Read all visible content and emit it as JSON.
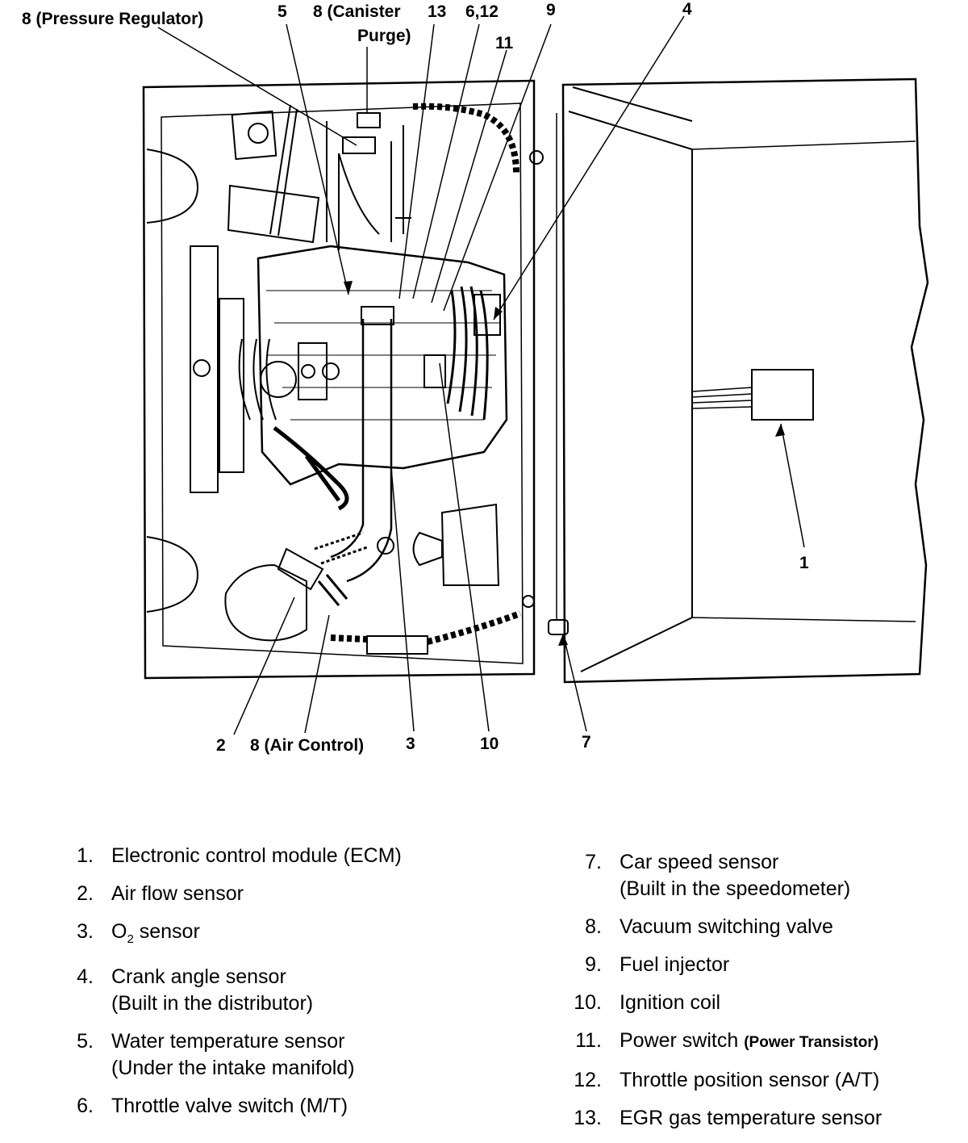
{
  "callouts": {
    "c8_pressure": "8 (Pressure Regulator)",
    "c5": "5",
    "c8_canister_line1": "8 (Canister",
    "c8_canister_line2": "Purge)",
    "c13": "13",
    "c6_12": "6,12",
    "c9": "9",
    "c4": "4",
    "c11": "11",
    "c1": "1",
    "c2": "2",
    "c8_air": "8 (Air Control)",
    "c3": "3",
    "c10": "10",
    "c7": "7"
  },
  "legend": {
    "left": [
      {
        "num": "1.",
        "text": "Electronic control module (ECM)"
      },
      {
        "num": "2.",
        "text": "Air flow sensor"
      },
      {
        "num": "3.",
        "text_prefix": "O",
        "text_sub": "2",
        "text_suffix": " sensor"
      },
      {
        "num": "4.",
        "text": "Crank angle sensor",
        "note": "(Built in the distributor)"
      },
      {
        "num": "5.",
        "text": "Water temperature sensor",
        "note": "(Under the intake manifold)"
      },
      {
        "num": "6.",
        "text": "Throttle valve switch (M/T)"
      }
    ],
    "right": [
      {
        "num": "7.",
        "text": "Car speed sensor",
        "note": "(Built in the speedometer)"
      },
      {
        "num": "8.",
        "text": "Vacuum switching valve"
      },
      {
        "num": "9.",
        "text": "Fuel injector"
      },
      {
        "num": "10.",
        "text": "Ignition coil"
      },
      {
        "num": "11.",
        "text": "Power switch",
        "small": "(Power Transistor)"
      },
      {
        "num": "12.",
        "text": "Throttle position sensor (A/T)"
      },
      {
        "num": "13.",
        "text": "EGR gas temperature sensor"
      }
    ]
  }
}
